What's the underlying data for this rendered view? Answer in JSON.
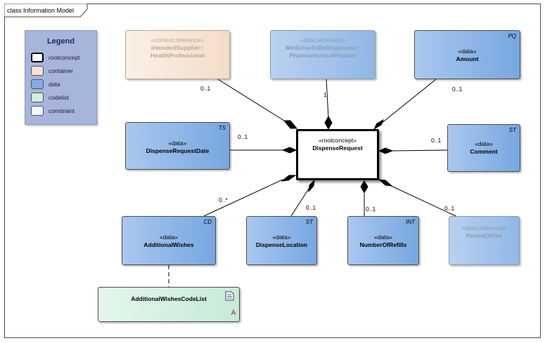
{
  "diagram": {
    "title": "class Information Model"
  },
  "legend": {
    "title": "Legend",
    "items": [
      {
        "label": "rootconcept",
        "color": "#ffffff"
      },
      {
        "label": "container",
        "color": "#f6e2cf"
      },
      {
        "label": "data",
        "color": "#80aee3"
      },
      {
        "label": "codelist",
        "color": "#d1efdf"
      },
      {
        "label": "constraint",
        "color": "#f4f4fb"
      }
    ]
  },
  "classes": {
    "root": {
      "stereotype": "«rootconcept»",
      "name": "DispenseRequest"
    },
    "supplier": {
      "stereotype": "«context,reference»",
      "name1": "IntendedSupplier::",
      "name2": "HealthProfessional"
    },
    "medicine": {
      "stereotype": "«data,reference»",
      "name1": "MedicineToBeDispensed::",
      "name2": "PharmaceuticalProduct"
    },
    "amount": {
      "stereotype": "«data»",
      "name": "Amount",
      "type": "PQ"
    },
    "date": {
      "stereotype": "«data»",
      "name": "DispenseRequestDate",
      "type": "TS"
    },
    "comment": {
      "stereotype": "«data»",
      "name": "Comment",
      "type": "ST"
    },
    "wishes": {
      "stereotype": "«data»",
      "name": "AdditionalWishes",
      "type": "CD"
    },
    "location": {
      "stereotype": "«data»",
      "name": "DispenseLocation",
      "type": "ST"
    },
    "refills": {
      "stereotype": "«data»",
      "name": "NumberOfRefills",
      "type": "INT"
    },
    "period": {
      "stereotype": "«data,reference»",
      "name": "PeriodOfUse"
    },
    "codelist": {
      "name": "AdditionalWishesCodeList"
    }
  },
  "multiplicities": {
    "supplier": "0..1",
    "medicine": "1",
    "amount": "0..1",
    "date": "0..1",
    "comment": "0..1",
    "wishes": "0..*",
    "location": "0..1",
    "refills": "0..1",
    "period": "0..1"
  }
}
